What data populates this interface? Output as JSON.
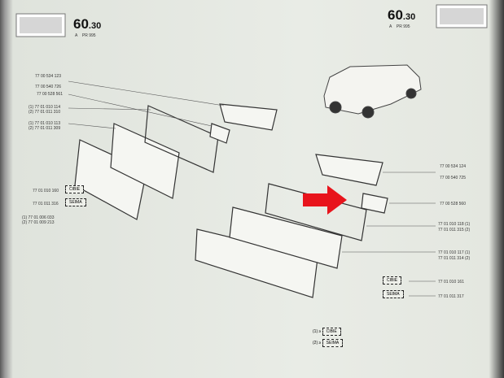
{
  "header_left": {
    "number": "60",
    "decimal": ".30",
    "sub_a": "A",
    "sub_pr": "PR 995"
  },
  "header_right": {
    "number": "60",
    "decimal": ".30",
    "sub_a": "A",
    "sub_pr": "PR 995"
  },
  "left_labels": [
    "77 00 534 123",
    "77 00 540 726",
    "77 00 528 561",
    "(1) 77 01 010 114",
    "(2) 77 01 011 310",
    "(1) 77 01 010 113",
    "(2) 77 01 011 309",
    "77 01 010 160",
    "77 01 011 316",
    "(1) 77 01 006 033",
    "(2) 77 01 009 213"
  ],
  "right_labels": [
    "77 00 534 124",
    "77 00 540 725",
    "77 00 528 560",
    "77 01 010 118 (1)",
    "77 01 011 315 (2)",
    "77 01 010 117 (1)",
    "77 01 011 314 (2)",
    "77 01 010 161",
    "77 01 011 317"
  ],
  "brands": {
    "cibie": "CIBIE",
    "seima": "SEIMA"
  },
  "legend": [
    {
      "num": "(1)",
      "brand": "CIBIE"
    },
    {
      "num": "(2)",
      "brand": "SEIMA"
    }
  ],
  "arrow_color": "#e8141c"
}
